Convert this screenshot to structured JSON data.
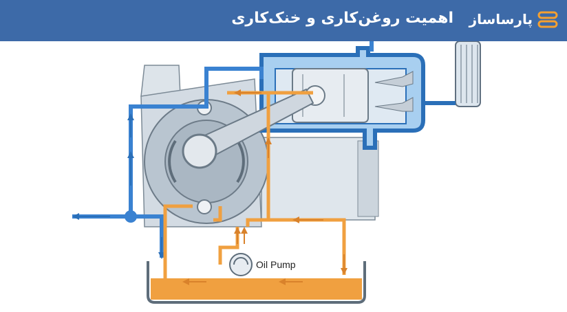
{
  "header": {
    "title": "اهمیت روغن‌کاری و خنک‌کاری",
    "brand": "پارساساز",
    "logo_icon": "parsasaz-logo-icon"
  },
  "diagram": {
    "pump_label": "Oil Pump"
  },
  "colors": {
    "header_bg": "#3d6aa8",
    "coolant": "#3a82d1",
    "oil": "#f0a040",
    "engine_gray": "#c9d3dc",
    "logo": "#f5a030"
  }
}
